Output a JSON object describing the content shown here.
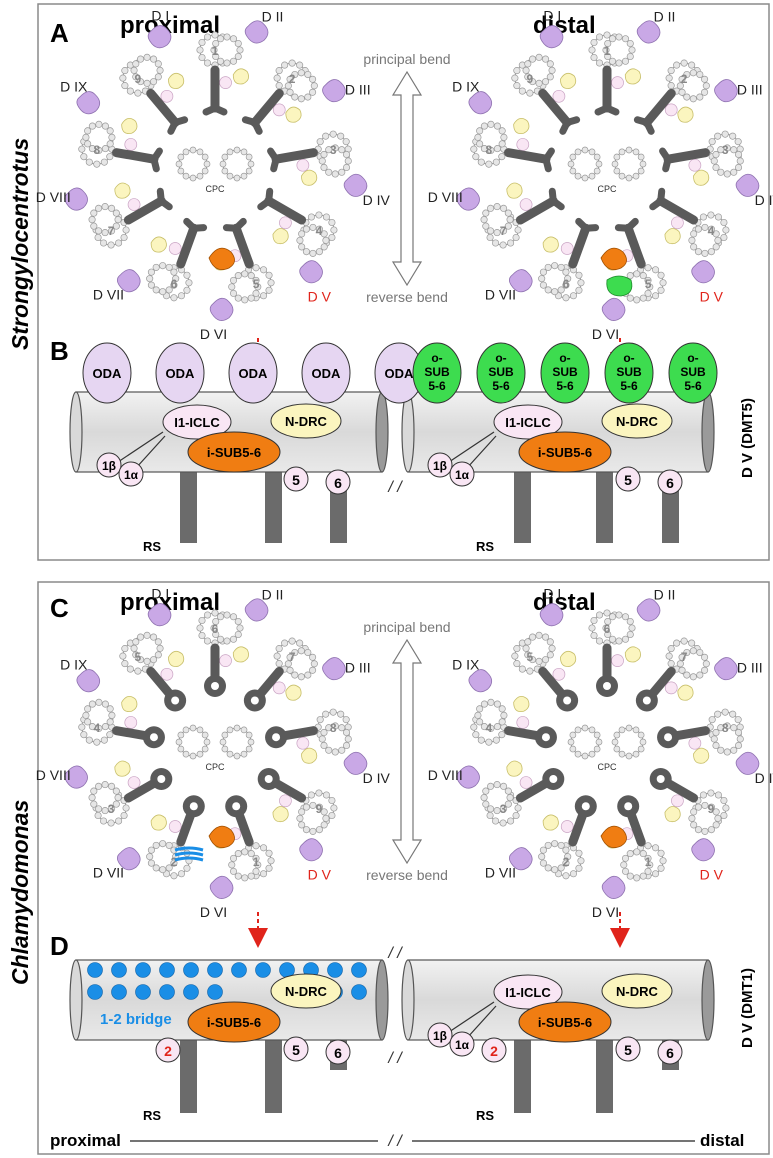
{
  "species": {
    "top": "Strongylocentrotus",
    "bottom": "Chlamydomonas"
  },
  "panels": {
    "A": "A",
    "B": "B",
    "C": "C",
    "D": "D"
  },
  "headings": {
    "proximal": "proximal",
    "distal": "distal"
  },
  "bends": {
    "principal": "principal bend",
    "reverse": "reverse bend"
  },
  "doublet_labels": {
    "d1": "D I",
    "d2": "D II",
    "d3": "D III",
    "d4": "D IV",
    "d5": "D V",
    "d6": "D VI",
    "d7": "D VII",
    "d8": "D VIII",
    "d9": "D IX"
  },
  "cpc": "CPC",
  "urchin_numbers": [
    "1",
    "2",
    "3",
    "4",
    "5",
    "6",
    "7",
    "8",
    "9"
  ],
  "chlamy_numbers": [
    "6",
    "7",
    "8",
    "9",
    "1",
    "2",
    "3",
    "4",
    "5"
  ],
  "panelB": {
    "proximal_odas": [
      "ODA",
      "ODA",
      "ODA",
      "ODA",
      "ODA"
    ],
    "distal_osub": [
      "o-",
      "SUB",
      "5-6"
    ],
    "i1": "I1-ICLC",
    "isub": "i-SUB5-6",
    "ndrc": "N-DRC",
    "one_beta": "1β",
    "one_alpha": "1α",
    "five": "5",
    "six": "6",
    "rs": "RS",
    "side": "D V (DMT5)"
  },
  "panelD": {
    "bridge": "1-2 bridge",
    "two": "2",
    "isub": "i-SUB5-6",
    "ndrc": "N-DRC",
    "i1": "I1-ICLC",
    "one_beta": "1β",
    "one_alpha": "1α",
    "five": "5",
    "six": "6",
    "rs": "RS",
    "side": "D V (DMT1)",
    "axis_left": "proximal",
    "axis_right": "distal"
  },
  "colors": {
    "oda": "#e6d6f2",
    "osub": "#3ddc4f",
    "orange": "#f07d12",
    "yellow": "#fbf5bf",
    "pink": "#f9e6f4",
    "dark": "#5a5a5a",
    "red": "#e0241b",
    "blue": "#1a8ee6",
    "purple": "#c9a8e6"
  }
}
